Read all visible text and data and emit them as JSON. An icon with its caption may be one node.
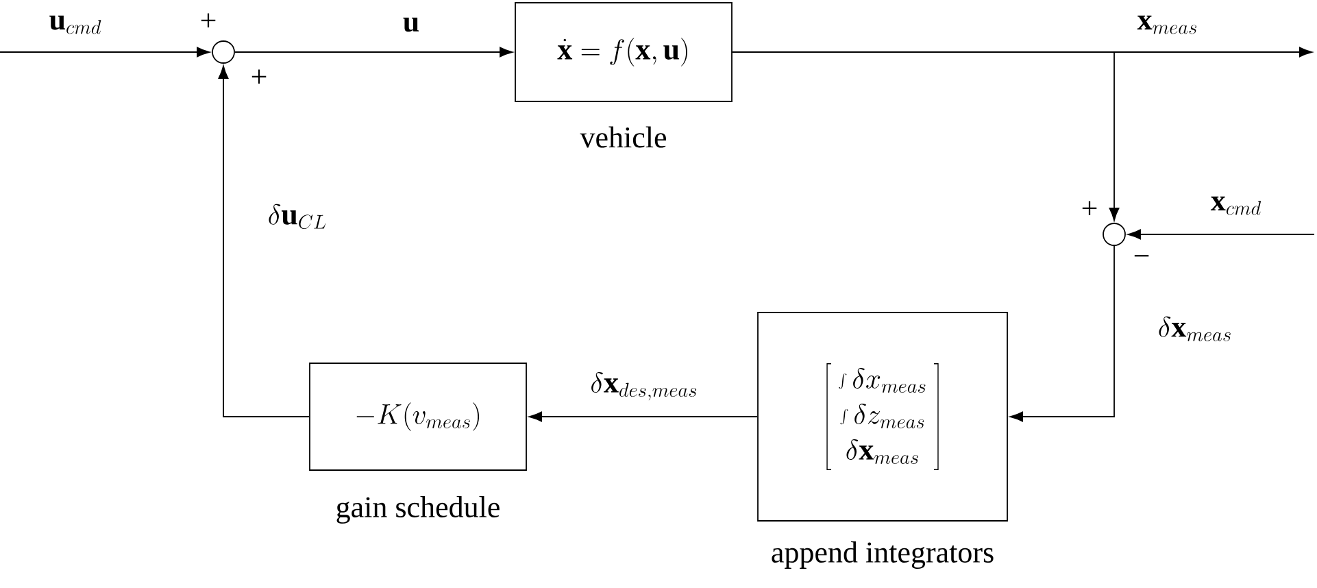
{
  "diagram": {
    "nodes": [
      {
        "text": [],
        "shape": "circle"
      },
      {
        "text": [
          "\\dot{\\mathbf{x}} = f(\\mathbf{x},\\mathbf{u})"
        ],
        "beside": [
          "vehicle"
        ]
      },
      {
        "text": [],
        "shape": "circle"
      },
      {
        "text": [
          "\\left[\\begin{array}{c}\\int\\delta x_{meas}\\\\ \\int\\delta z_{meas}\\\\ \\delta\\mathbf{x}_{meas}\\end{array}\\right]"
        ],
        "beside": [
          "append integrators"
        ]
      },
      {
        "text": [
          "-K(v_{meas})"
        ],
        "beside": [
          "gain schedule"
        ]
      }
    ],
    "edges": [
      {
        "from": null,
        "to": 0,
        "arrow": "to",
        "label": "\\mathbf{u}_{cmd}"
      },
      {
        "from": 0,
        "to": 1,
        "arrow": "to",
        "label": "\\mathbf{u}"
      },
      {
        "from": 1,
        "to": null,
        "arrow": "to",
        "label": "\\mathbf{x}_{meas}"
      },
      {
        "from": 1,
        "to": 2,
        "arrow": "to"
      },
      {
        "from": null,
        "to": 2,
        "arrow": "to",
        "label": "\\mathbf{x}_{cmd}"
      },
      {
        "from": 2,
        "to": 3,
        "arrow": "to",
        "label": "\\delta\\mathbf{x}_{meas}"
      },
      {
        "from": 3,
        "to": 4,
        "arrow": "to",
        "label": "\\delta\\mathbf{x}_{des,meas}"
      },
      {
        "from": 4,
        "to": 0,
        "arrow": "to",
        "label": "\\delta\\mathbf{u}_{CL}"
      }
    ],
    "labels": [
      "+",
      "+",
      "+",
      "−"
    ]
  }
}
